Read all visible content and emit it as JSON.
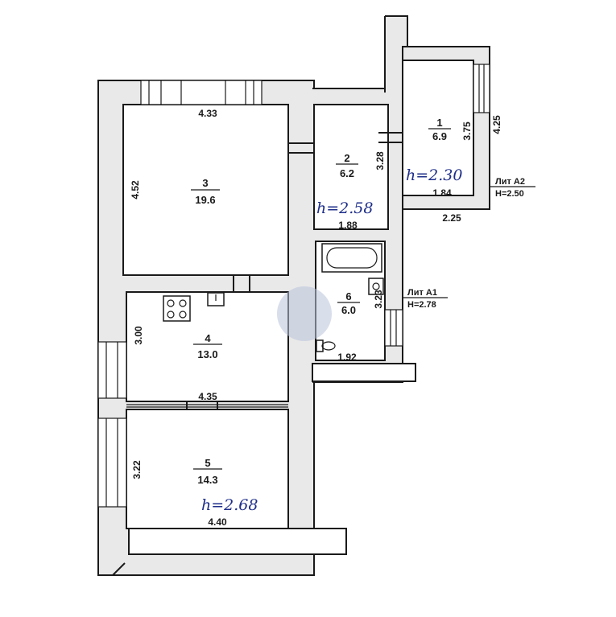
{
  "plan": {
    "rooms": [
      {
        "number": "1",
        "area": "6.9"
      },
      {
        "number": "2",
        "area": "6.2"
      },
      {
        "number": "3",
        "area": "19.6"
      },
      {
        "number": "4",
        "area": "13.0"
      },
      {
        "number": "5",
        "area": "14.3"
      },
      {
        "number": "6",
        "area": "6.0"
      }
    ],
    "dimensions": {
      "room3_top": "4.33",
      "room3_left": "4.52",
      "room2_right": "3.28",
      "room2_bottom": "1.88",
      "room1_right": "3.75",
      "room1_outer": "4.25",
      "room1_bottom": "1.84",
      "annex_bottom": "2.25",
      "room6_right": "3.23",
      "room6_bottom": "1.92",
      "room4_left": "3.00",
      "room4_bottom": "4.35",
      "room5_left": "3.22",
      "room5_bottom": "4.40"
    },
    "heights": {
      "room2": "h=2.58",
      "room1": "h=2.30",
      "room5": "h=2.68"
    },
    "annexes": [
      {
        "name": "Лит А2",
        "height": "H=2.50"
      },
      {
        "name": "Лит А1",
        "height": "H=2.78"
      }
    ]
  }
}
